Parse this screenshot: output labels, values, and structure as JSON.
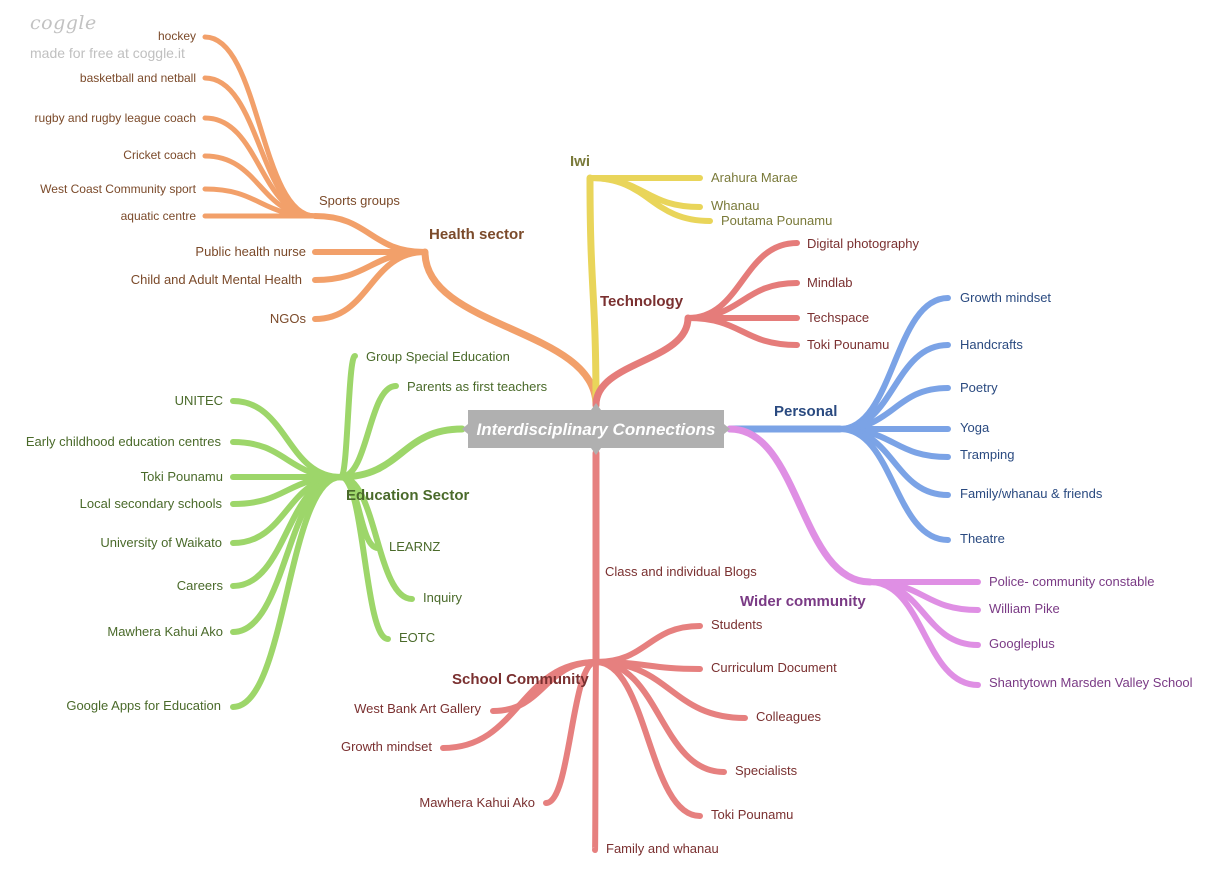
{
  "watermark": {
    "logo": "coggle",
    "text": "made for free at coggle.it"
  },
  "root": {
    "label": "Interdisciplinary Connections"
  },
  "branches": [
    {
      "key": "health",
      "label": "Health sector",
      "color": "#f2a06a",
      "text_color": "#7b4a2a",
      "children": [
        {
          "label": "Sports groups",
          "children": [
            {
              "label": "hockey"
            },
            {
              "label": "basketball and netball"
            },
            {
              "label": "rugby and rugby league coach"
            },
            {
              "label": "Cricket coach"
            },
            {
              "label": "West Coast Community sport"
            },
            {
              "label": "aquatic centre"
            }
          ]
        },
        {
          "label": "Public health nurse"
        },
        {
          "label": "Child and Adult Mental Health"
        },
        {
          "label": "NGOs"
        }
      ]
    },
    {
      "key": "iwi",
      "label": "Iwi",
      "color": "#e9d55a",
      "text_color": "#7a7a3a",
      "children": [
        {
          "label": "Arahura Marae"
        },
        {
          "label": "Whanau"
        },
        {
          "label": "Poutama Pounamu"
        }
      ]
    },
    {
      "key": "technology",
      "label": "Technology",
      "color": "#e57c7a",
      "text_color": "#7a3030",
      "children": [
        {
          "label": "Digital photography"
        },
        {
          "label": "Mindlab"
        },
        {
          "label": "Techspace"
        },
        {
          "label": "Toki Pounamu"
        }
      ]
    },
    {
      "key": "personal",
      "label": "Personal",
      "color": "#7ba3e6",
      "text_color": "#2a4a80",
      "children": [
        {
          "label": "Growth mindset"
        },
        {
          "label": "Handcrafts"
        },
        {
          "label": "Poetry"
        },
        {
          "label": "Yoga"
        },
        {
          "label": "Tramping"
        },
        {
          "label": "Family/whanau & friends"
        },
        {
          "label": "Theatre"
        }
      ]
    },
    {
      "key": "wider",
      "label": "Wider community",
      "color": "#df8fe4",
      "text_color": "#7a3a85",
      "children": [
        {
          "label": "Police- community constable"
        },
        {
          "label": "William Pike"
        },
        {
          "label": "Googleplus"
        },
        {
          "label": "Shantytown Marsden Valley School"
        }
      ]
    },
    {
      "key": "school",
      "label": "School Community",
      "color": "#e6807f",
      "text_color": "#7a3030",
      "children": [
        {
          "label": "Class and individual Blogs"
        },
        {
          "label": "Students"
        },
        {
          "label": "Curriculum Document"
        },
        {
          "label": "Colleagues"
        },
        {
          "label": "Specialists"
        },
        {
          "label": "Toki Pounamu"
        },
        {
          "label": "Family and whanau"
        },
        {
          "label": "Mawhera Kahui Ako"
        },
        {
          "label": "Growth mindset"
        },
        {
          "label": "West Bank Art Gallery"
        }
      ]
    },
    {
      "key": "education",
      "label": "Education Sector",
      "color": "#9dd66a",
      "text_color": "#4a6a2a",
      "children": [
        {
          "label": "Group Special Education"
        },
        {
          "label": "Parents as first teachers"
        },
        {
          "label": "UNITEC"
        },
        {
          "label": "Early childhood education centres"
        },
        {
          "label": "Toki Pounamu"
        },
        {
          "label": "Local secondary schools"
        },
        {
          "label": "University of Waikato"
        },
        {
          "label": "Careers"
        },
        {
          "label": "Mawhera Kahui Ako"
        },
        {
          "label": "Google Apps for Education"
        },
        {
          "label": "LEARNZ"
        },
        {
          "label": "Inquiry"
        },
        {
          "label": "EOTC"
        }
      ]
    }
  ]
}
